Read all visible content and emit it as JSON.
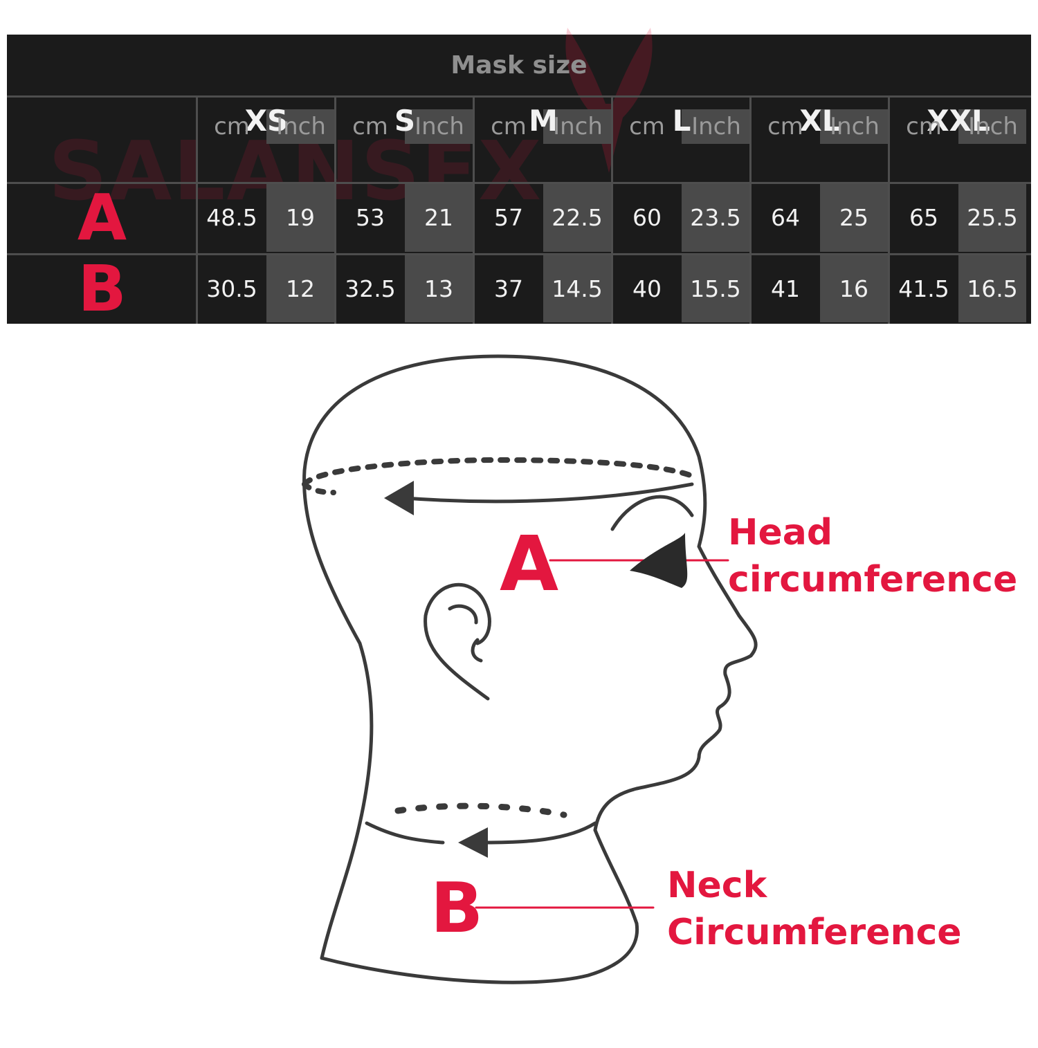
{
  "table": {
    "title": "Mask size",
    "watermark": "SALANSEX",
    "sizes": [
      "XS",
      "S",
      "M",
      "L",
      "XL",
      "XXL"
    ],
    "units": {
      "cm": "cm",
      "inch": "Inch"
    },
    "rows": [
      {
        "label": "A",
        "cm": [
          "48.5",
          "53",
          "57",
          "60",
          "64",
          "65"
        ],
        "inch": [
          "19",
          "21",
          "22.5",
          "23.5",
          "25",
          "25.5"
        ]
      },
      {
        "label": "B",
        "cm": [
          "30.5",
          "32.5",
          "37",
          "40",
          "41",
          "41.5"
        ],
        "inch": [
          "12",
          "13",
          "14.5",
          "15.5",
          "16",
          "16.5"
        ]
      }
    ]
  },
  "diagram": {
    "marker_a": "A",
    "marker_b": "B",
    "head_label_line1": "Head",
    "head_label_line2": "circumference",
    "neck_label_line1": "Neck",
    "neck_label_line2": "Circumference"
  },
  "colors": {
    "accent": "#e3173f",
    "table_bg": "#1b1b1b",
    "inch_bg": "#4a4a4a"
  }
}
